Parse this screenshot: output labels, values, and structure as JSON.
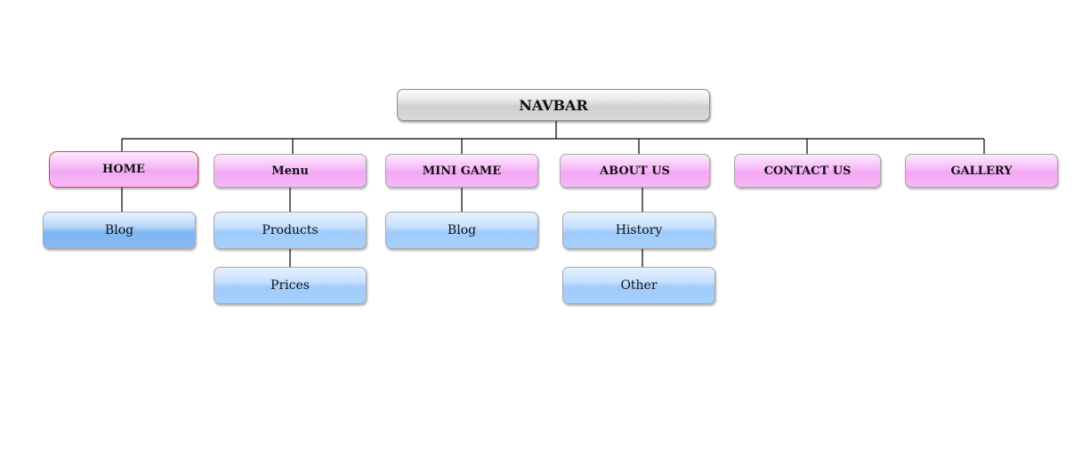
{
  "root": {
    "label": "NAVBAR"
  },
  "level1": {
    "home": "HOME",
    "menu": "Menu",
    "mini_game": "MINI GAME",
    "about_us": "ABOUT US",
    "contact_us": "CONTACT US",
    "gallery": "GALLERY"
  },
  "level2": {
    "home_blog": "Blog",
    "menu_products": "Products",
    "menu_prices": "Prices",
    "mini_game_blog": "Blog",
    "about_history": "History",
    "about_other": "Other"
  },
  "colors": {
    "root_fill": "#d9d9d9",
    "level1_fill": "#f7b9f8",
    "level2_fill": "#9fcbfb",
    "selected_border": "#c0504d",
    "connector": "#000000"
  }
}
